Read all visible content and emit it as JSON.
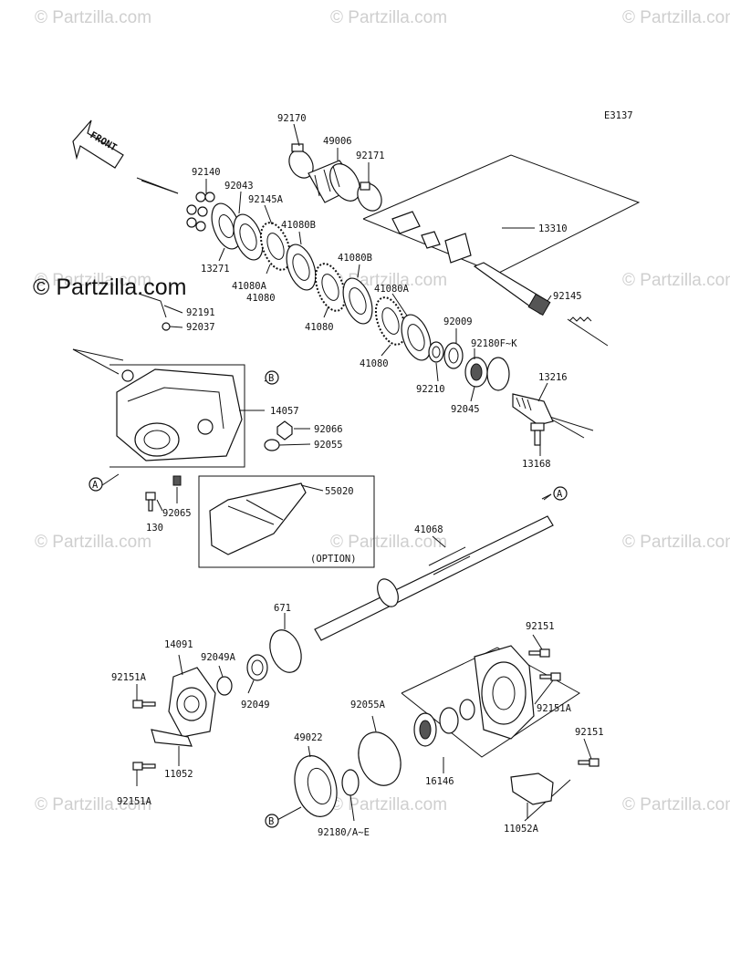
{
  "watermark": "© Partzilla.com",
  "watermark_main": "© Partzilla.com",
  "diagram_code": "E3137",
  "front_label": "FRONT",
  "option_label": "(OPTION)",
  "callouts": {
    "a": "A",
    "b": "B"
  },
  "parts": {
    "p92170": "92170",
    "p49006": "49006",
    "p92171": "92171",
    "p92140": "92140",
    "p92043": "92043",
    "p92145A": "92145A",
    "p41080B_1": "41080B",
    "p41080B_2": "41080B",
    "p13271": "13271",
    "p41080A_1": "41080A",
    "p41080_1": "41080",
    "p41080_2": "41080",
    "p41080A_2": "41080A",
    "p41080_3": "41080",
    "p13310": "13310",
    "p92145": "92145",
    "p92191": "92191",
    "p92037": "92037",
    "p92009": "92009",
    "p92180FK": "92180F~K",
    "p92210": "92210",
    "p92045": "92045",
    "p13216": "13216",
    "p13168": "13168",
    "p14057": "14057",
    "p92066": "92066",
    "p92055": "92055",
    "p92065": "92065",
    "p130": "130",
    "p55020": "55020",
    "p41068": "41068",
    "p671": "671",
    "p14091": "14091",
    "p92049A": "92049A",
    "p92049": "92049",
    "p92151A_1": "92151A",
    "p11052": "11052",
    "p92151A_2": "92151A",
    "p92151_1": "92151",
    "p92151A_3": "92151A",
    "p92055A": "92055A",
    "p49022": "49022",
    "p92180AE": "92180/A~E",
    "p16146": "16146",
    "p92151_2": "92151",
    "p11052A": "11052A"
  }
}
